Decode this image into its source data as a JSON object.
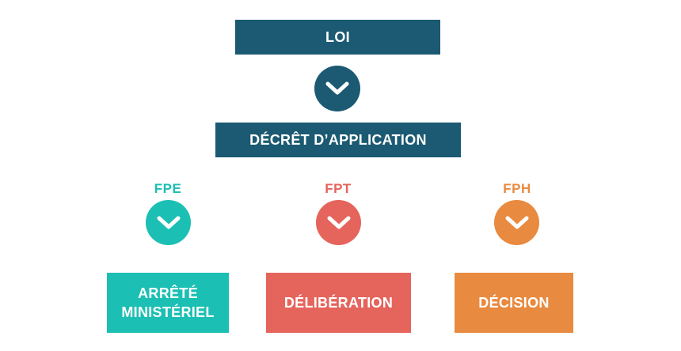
{
  "top": {
    "label": "LOI"
  },
  "middle": {
    "label": "DÉCRÊT D’APPLICATION"
  },
  "branches": [
    {
      "tag": "FPE",
      "label": "ARRÊTÉ MINISTÉRIEL",
      "color": "#1bbfb3"
    },
    {
      "tag": "FPT",
      "label": "DÉLIBÉRATION",
      "color": "#e5645c"
    },
    {
      "tag": "FPH",
      "label": "DÉCISION",
      "color": "#e88a3f"
    }
  ],
  "colors": {
    "primary": "#1b5a72"
  },
  "icons": {
    "arrow": "chevron-down-icon"
  }
}
